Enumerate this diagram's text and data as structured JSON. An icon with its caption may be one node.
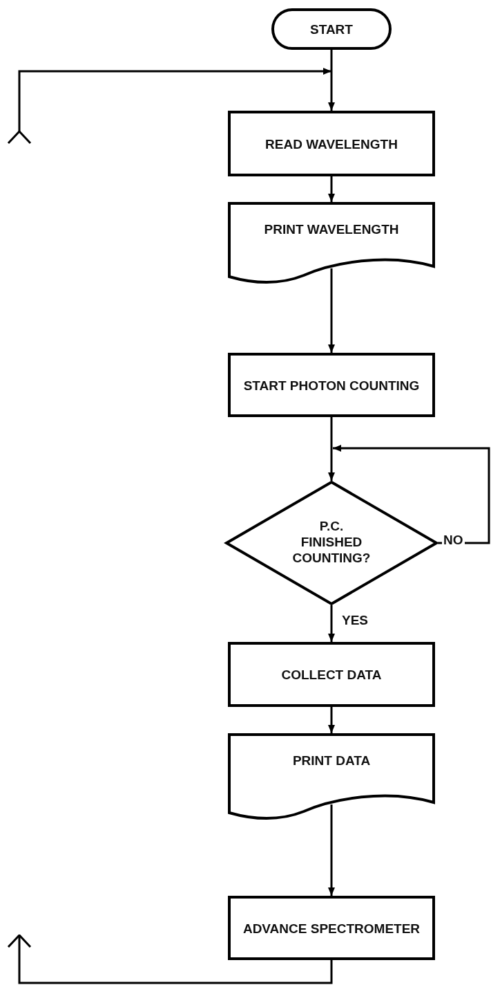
{
  "diagram": {
    "nodes": [
      {
        "text": [
          "START"
        ]
      },
      {
        "text": [
          "READ WAVELENGTH"
        ]
      },
      {
        "text": [
          "PRINT WAVELENGTH"
        ]
      },
      {
        "text": [
          "START PHOTON COUNTING"
        ]
      },
      {
        "text": [
          "P.C. FINISHED COUNTING?"
        ]
      },
      {
        "text": [
          "COLLECT DATA"
        ]
      },
      {
        "text": [
          "PRINT DATA"
        ]
      },
      {
        "text": [
          "ADVANCE SPECTROMETER"
        ]
      }
    ],
    "edges": [
      {
        "from": 0,
        "to": 1,
        "arrow": "to"
      },
      {
        "from": 1,
        "to": 2,
        "arrow": "to"
      },
      {
        "from": 2,
        "to": 3,
        "arrow": "to"
      },
      {
        "from": 3,
        "to": 4,
        "arrow": "to"
      },
      {
        "from": 4,
        "to": 4,
        "arrow": "to",
        "label": "NO"
      },
      {
        "from": 4,
        "to": 5,
        "arrow": "to",
        "label": "YES"
      },
      {
        "from": 5,
        "to": 6,
        "arrow": "to"
      },
      {
        "from": 6,
        "to": 7,
        "arrow": "to"
      },
      {
        "from": 7,
        "to": null,
        "arrow": "to"
      },
      {
        "from": null,
        "to": 1,
        "arrow": "to"
      }
    ]
  }
}
